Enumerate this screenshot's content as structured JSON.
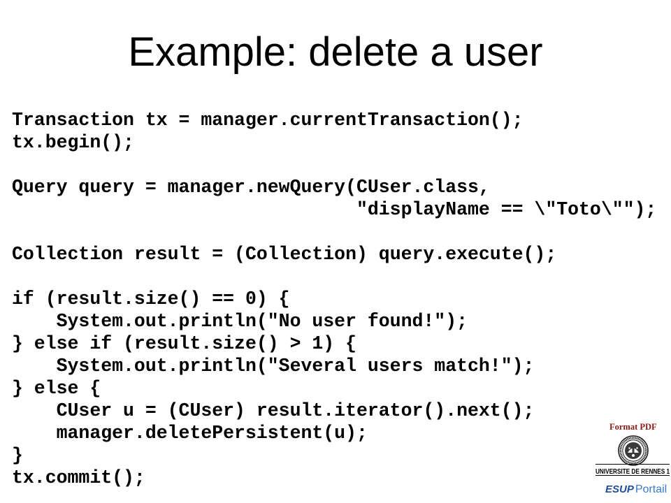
{
  "slide": {
    "title": "Example: delete a user"
  },
  "code": {
    "lines": [
      "Transaction tx = manager.currentTransaction();",
      "tx.begin();",
      "Query query = manager.newQuery(CUser.class,",
      "\"displayName == \\\"Toto\\\"\");",
      "Collection result = (Collection) query.execute();",
      "if (result.size() == 0) {",
      "System.out.println(\"No user found!\");",
      "} else if (result.size() > 1) {",
      "System.out.println(\"Several users match!\");",
      "} else {",
      "CUser u = (CUser) result.iterator().next();",
      "manager.deletePersistent(u);",
      "}",
      "tx.commit();"
    ]
  },
  "branding": {
    "format_link": "Format PDF",
    "university_name": "UNIVERSITE DE RENNES 1",
    "logo_esup": "ESUP",
    "logo_portail": "Portail",
    "icons": {
      "seal": "university-seal-icon"
    }
  },
  "colors": {
    "background": "#ffffff",
    "text": "#000000",
    "format_link": "#8b1a1a",
    "esup": "#1f4e9c",
    "portail": "#3a7bc8"
  }
}
